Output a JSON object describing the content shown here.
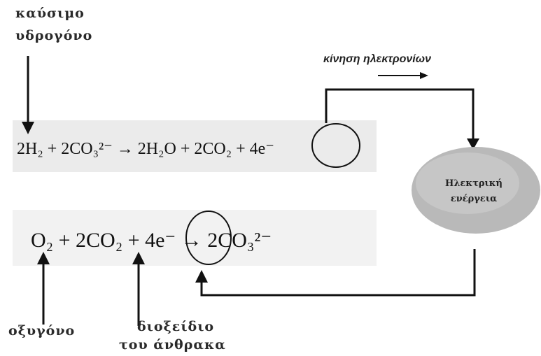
{
  "labels": {
    "fuel_line1": "καύσιμο",
    "fuel_line2": "υδρογόνο",
    "electron_flow": "κίνηση ηλεκτρονίων",
    "energy_line1": "Ηλεκτρική",
    "energy_line2": "ενέργεια",
    "oxygen": "οξυγόνο",
    "co2_line1": "διοξείδιο",
    "co2_line2": "του άνθρακα"
  },
  "equations": {
    "anode": "2H₂ + 2CO₃²⁻ → 2H₂O + 2CO₂ + 4e⁻",
    "cathode": "O₂ + 2CO₂ + 4e⁻ → 2CO₃²⁻"
  },
  "colors": {
    "band": "#ebebeb",
    "ellipse_fill": "#b9b9b9",
    "stroke": "#111111"
  }
}
